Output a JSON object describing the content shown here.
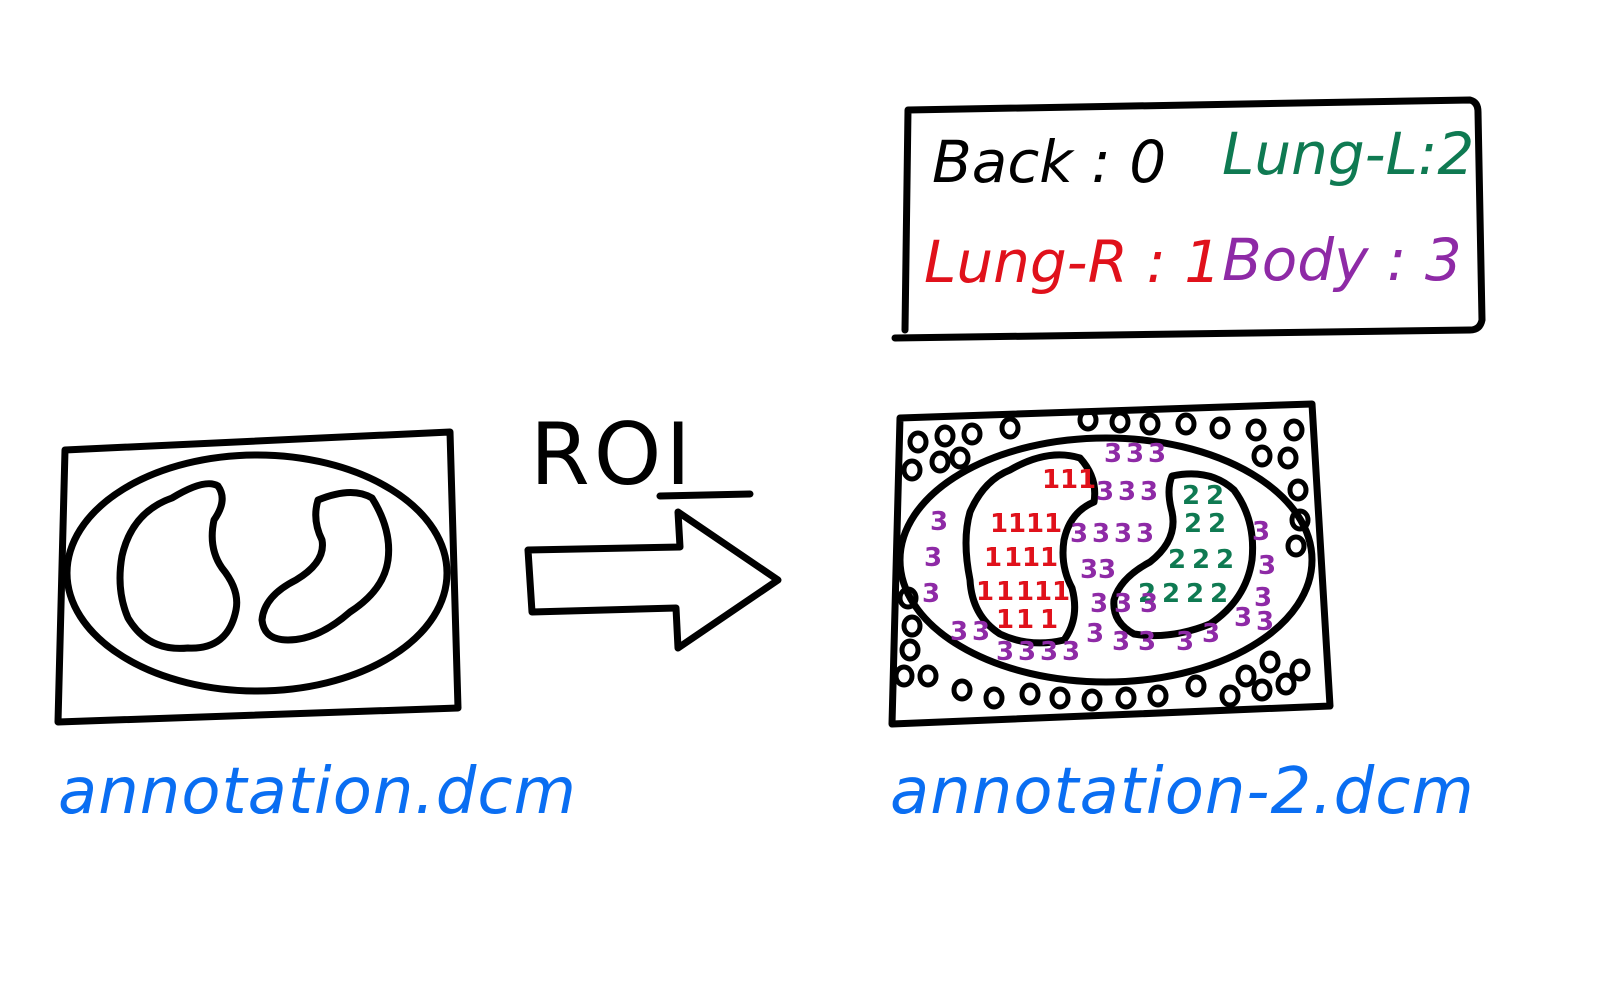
{
  "legend": {
    "items": [
      {
        "label": "Back",
        "value": "0",
        "text": "Back : 0",
        "color": "#000000"
      },
      {
        "label": "Lung-L",
        "value": "2",
        "text": "Lung-L:2",
        "color": "#0f7a52"
      },
      {
        "label": "Lung-R",
        "value": "1",
        "text": "Lung-R : 1",
        "color": "#e0111b"
      },
      {
        "label": "Body",
        "value": "3",
        "text": "Body : 3",
        "color": "#8e2aa6"
      }
    ]
  },
  "arrow": {
    "label": "ROI"
  },
  "left_panel": {
    "filename": "annotation.dcm"
  },
  "right_panel": {
    "filename": "annotation-2.dcm",
    "lung_r_value": "1",
    "lung_l_value": "2",
    "body_value": "3"
  },
  "colors": {
    "filename": "#0a6ef2",
    "lung_r": "#e0111b",
    "lung_l": "#0f7a52",
    "body": "#8e2aa6",
    "back": "#000000"
  }
}
